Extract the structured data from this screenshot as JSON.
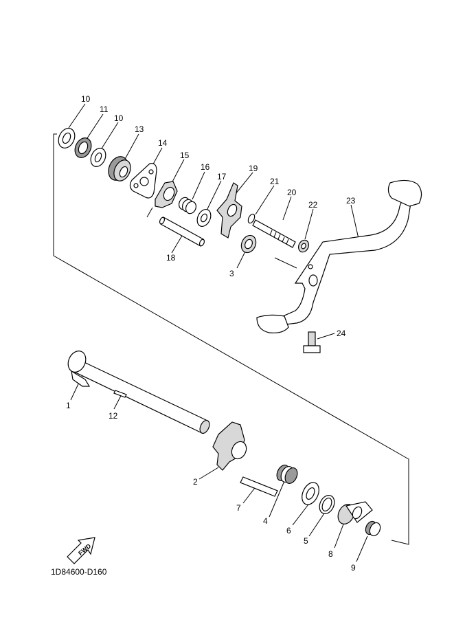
{
  "diagram_code": "1D84600-D160",
  "fwd_label": "FWD",
  "callouts": {
    "p1": "1",
    "p2": "2",
    "p3": "3",
    "p4": "4",
    "p5": "5",
    "p6": "6",
    "p7": "7",
    "p8": "8",
    "p9": "9",
    "p10a": "10",
    "p10b": "10",
    "p11": "11",
    "p12": "12",
    "p13": "13",
    "p14": "14",
    "p15": "15",
    "p16": "16",
    "p17": "17",
    "p18": "18",
    "p19": "19",
    "p20": "20",
    "p21": "21",
    "p22": "22",
    "p23": "23",
    "p24": "24"
  }
}
